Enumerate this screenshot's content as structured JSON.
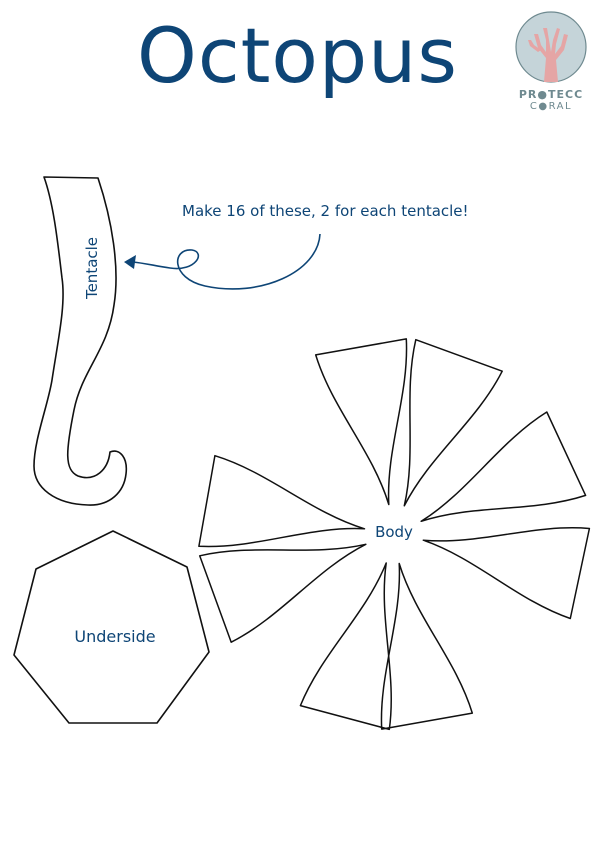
{
  "title": "Octopus",
  "logo": {
    "line1": "PR●TECC",
    "line2": "C●RAL",
    "circle_color": "#c5d4d9",
    "coral_color": "#e5a5a5",
    "text_color": "#6f8a90"
  },
  "annotation": {
    "text": "Make 16 of these, 2 for each tentacle!"
  },
  "shapes": {
    "tentacle_label": "Tentacle",
    "body_label": "Body",
    "underside_label": "Underside"
  },
  "colors": {
    "accent": "#0e4576",
    "outline": "#111111"
  }
}
